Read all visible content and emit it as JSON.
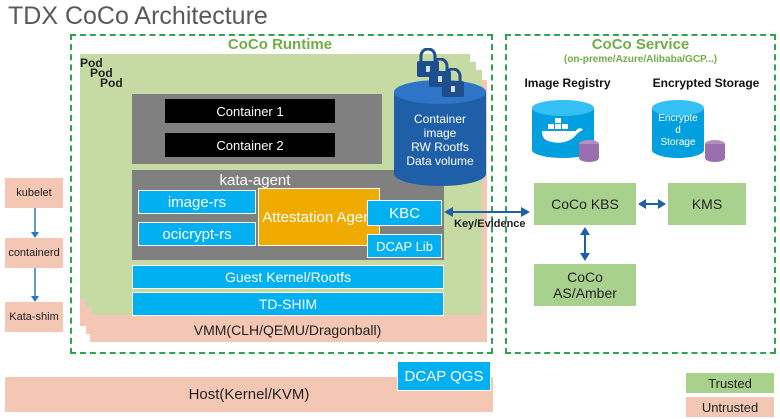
{
  "title": "TDX CoCo Architecture",
  "runtime": {
    "title": "CoCo Runtime",
    "pod_labels": [
      "Pod",
      "Pod",
      "Pod"
    ],
    "container1": "Container 1",
    "container2": "Container 2",
    "kata_agent": "kata-agent",
    "image_rs": "image-rs",
    "ocicrypt_rs": "ocicrypt-rs",
    "attestation_agent": "Attestation Agent",
    "kbc": "KBC",
    "dcap_lib": "DCAP Lib",
    "guest_kernel": "Guest Kernel/Rootfs",
    "td_shim": "TD-SHIM",
    "vmm": "VMM(CLH/QEMU/Dragonball)",
    "container_image_lines": [
      "Container",
      "image",
      "RW Rootfs",
      "Data volume"
    ]
  },
  "service": {
    "title": "CoCo Service",
    "subtitle": "(on-preme/Azure/Alibaba/GCP...)",
    "image_registry": "Image Registry",
    "encrypted_storage": "Encrypted Storage",
    "encrypted_storage_lines": [
      "Encrypte",
      "d",
      "Storage"
    ],
    "kbs": "CoCo KBS",
    "kms": "KMS",
    "as_amber_lines": [
      "CoCo",
      "AS/Amber"
    ]
  },
  "key_evidence": "Key/Evidence",
  "host": {
    "kubelet": "kubelet",
    "containerd": "containerd",
    "kata_shim": "Kata-shim",
    "host_label": "Host(Kernel/KVM)",
    "dcap_qgs": "DCAP QGS"
  },
  "legend": {
    "trusted": "Trusted",
    "untrusted": "Untrusted"
  },
  "colors": {
    "trusted": "#a9d18e",
    "untrusted": "#f4c7b4",
    "blue": "#00b0f0",
    "accent_blue": "#1f5fa8",
    "amber": "#f0ab00"
  }
}
